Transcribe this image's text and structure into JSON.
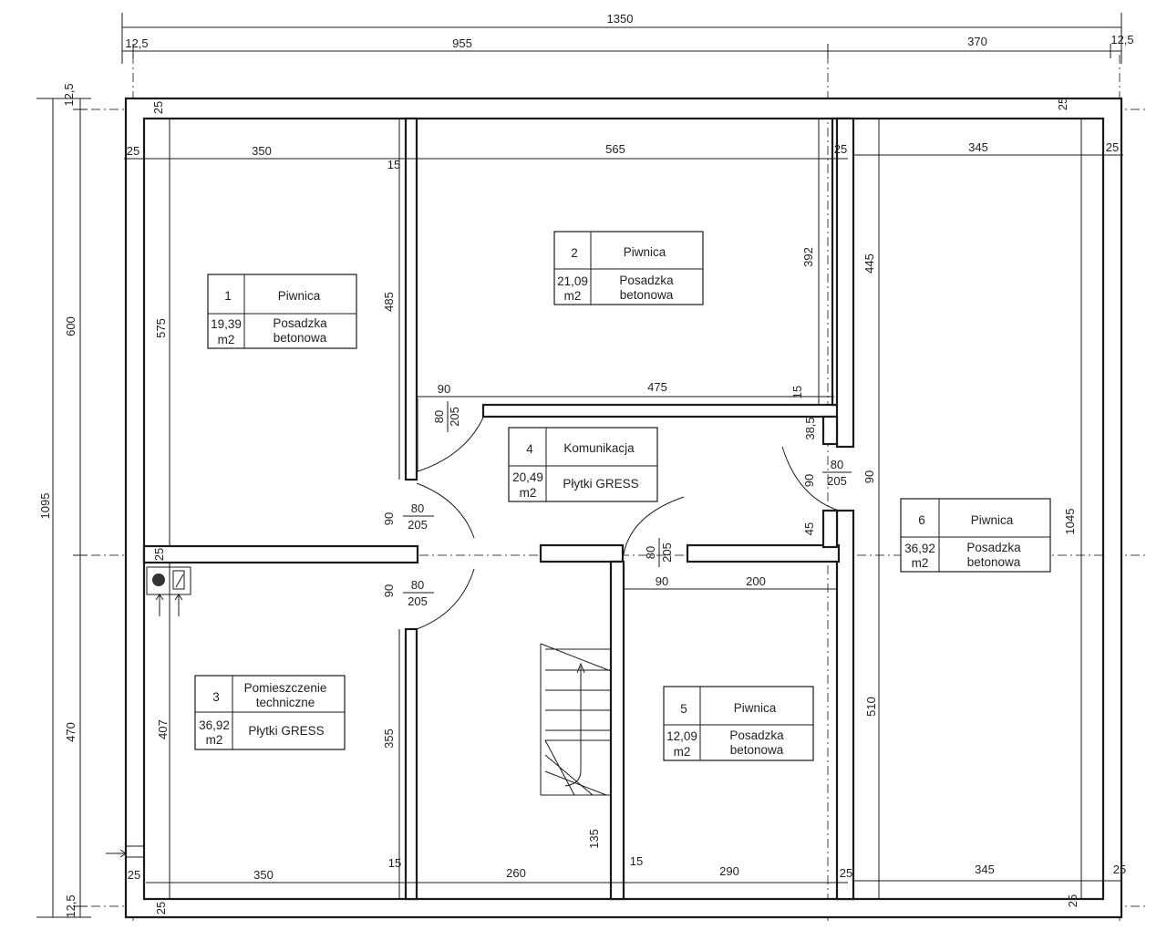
{
  "dims": {
    "top_total": "1350",
    "top_a": "12,5",
    "top_b": "955",
    "top_c": "370",
    "top_d": "12,5",
    "left_total": "1095",
    "left_a": "12,5",
    "left_b": "600",
    "left_c": "470",
    "left_d": "12,5",
    "r1_w": "350",
    "r1_wall": "25",
    "r1_h": "575",
    "r1_right": "485",
    "w15a": "15",
    "r2_w": "565",
    "r2_h": "392",
    "r2_wallr": "25",
    "r6_w": "345",
    "r6_wall": "25",
    "r6_h1": "445",
    "r6_h2": "1045",
    "r6_h3": "510",
    "r6_door": "90",
    "top25a": "25",
    "top25b": "25",
    "c_90": "90",
    "c_475": "475",
    "c_15": "15",
    "c_385": "38,5",
    "d1_w": "80",
    "d1_h": "205",
    "d2_w": "80",
    "d2_h": "205",
    "d2_90": "90",
    "d3_w": "80",
    "d3_h": "205",
    "d3_90": "90",
    "d4_w": "80",
    "d4_h": "205",
    "d5_w": "80",
    "d5_h": "205",
    "d5_90": "90",
    "d_45": "45",
    "r5_90": "90",
    "r5_200": "200",
    "r5_w": "290",
    "r5_15": "15",
    "r3_w": "350",
    "r3_h": "407",
    "r3_355": "355",
    "r3_15": "15",
    "r3_25": "25",
    "mid25": "25",
    "st_260": "260",
    "st_135": "135",
    "b_25a": "25",
    "b_25b": "25",
    "b_25c": "25",
    "b_25d": "25",
    "b_25e": "25",
    "r6_bot": "345"
  },
  "rooms": [
    {
      "num": "1",
      "name": "Piwnica",
      "area": "19,39",
      "unit": "m2",
      "floor1": "Posadzka",
      "floor2": "betonowa"
    },
    {
      "num": "2",
      "name": "Piwnica",
      "area": "21,09",
      "unit": "m2",
      "floor1": "Posadzka",
      "floor2": "betonowa"
    },
    {
      "num": "3",
      "name1": "Pomieszczenie",
      "name2": "techniczne",
      "area": "36,92",
      "unit": "m2",
      "floor": "Płytki GRESS"
    },
    {
      "num": "4",
      "name": "Komunikacja",
      "area": "20,49",
      "unit": "m2",
      "floor": "Płytki GRESS"
    },
    {
      "num": "5",
      "name": "Piwnica",
      "area": "12,09",
      "unit": "m2",
      "floor1": "Posadzka",
      "floor2": "betonowa"
    },
    {
      "num": "6",
      "name": "Piwnica",
      "area": "36,92",
      "unit": "m2",
      "floor1": "Posadzka",
      "floor2": "betonowa"
    }
  ]
}
